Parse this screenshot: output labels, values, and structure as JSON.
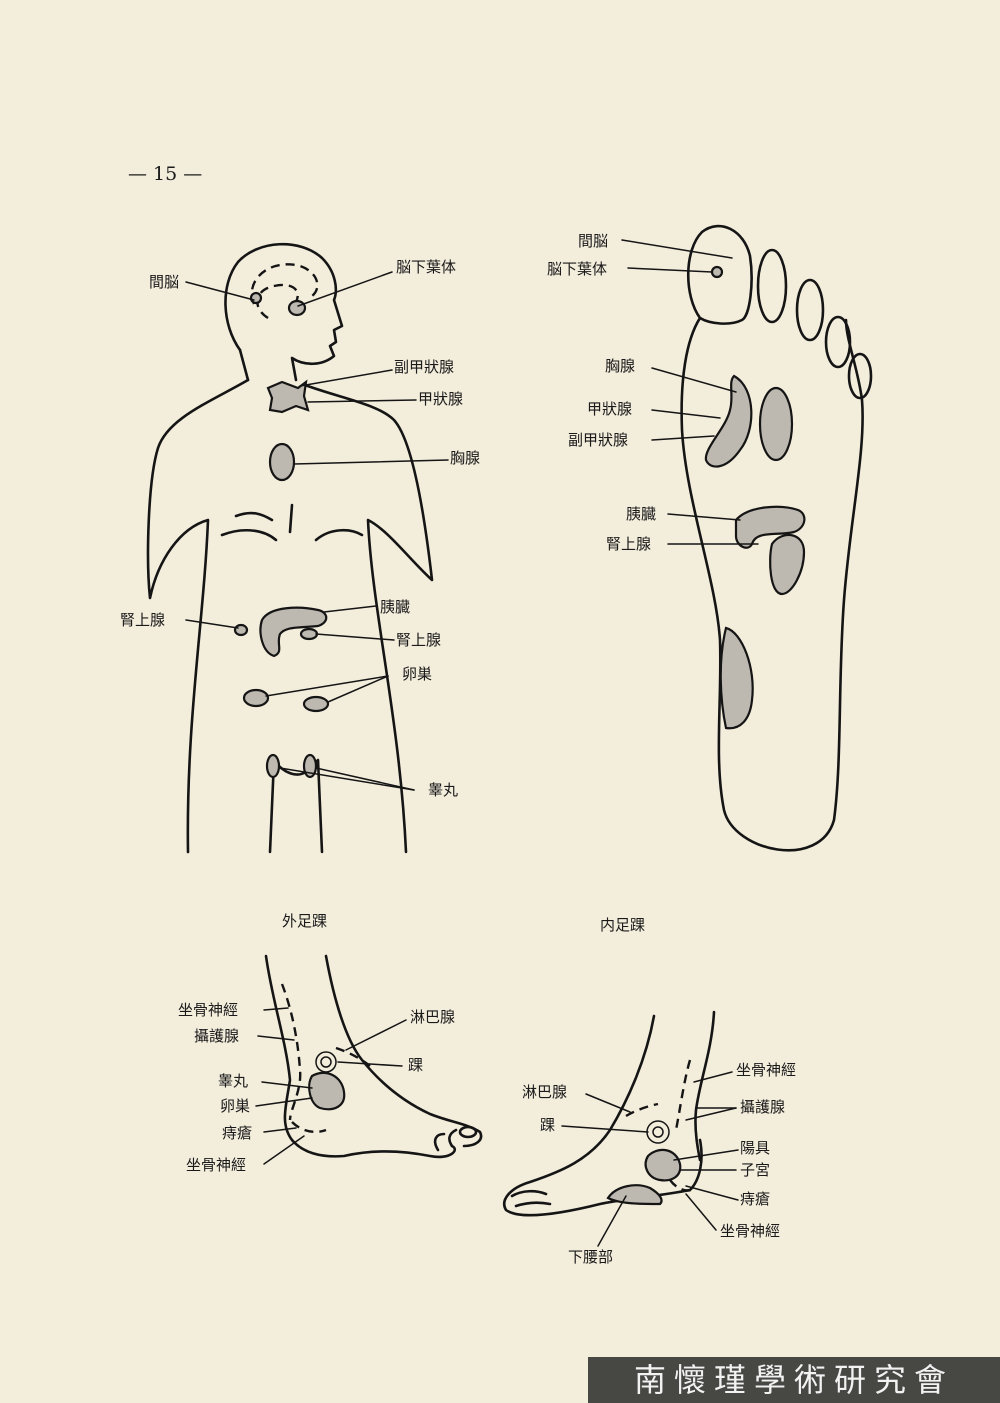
{
  "page_number": "— 15 —",
  "figure_body": {
    "labels": {
      "diencephalon": "間脳",
      "pituitary": "脳下葉体",
      "parathyroid": "副甲狀腺",
      "thyroid": "甲狀腺",
      "thymus": "胸腺",
      "adrenal_left": "腎上腺",
      "pancreas": "胰臓",
      "adrenal_right": "腎上腺",
      "ovary": "卵巣",
      "testis": "睾丸"
    }
  },
  "figure_sole": {
    "labels": {
      "diencephalon": "間脳",
      "pituitary": "脳下葉体",
      "thymus": "胸腺",
      "thyroid": "甲狀腺",
      "parathyroid": "副甲狀腺",
      "pancreas": "胰臓",
      "adrenal": "腎上腺"
    }
  },
  "figure_outer_ankle": {
    "title": "外足踝",
    "labels": {
      "sciatic_upper": "坐骨神經",
      "prostate": "攝護腺",
      "testis": "睾丸",
      "ovary": "卵巣",
      "hemorrhoid": "痔瘡",
      "sciatic_lower": "坐骨神經",
      "lymph": "淋巴腺",
      "ankle": "踝"
    }
  },
  "figure_inner_ankle": {
    "title": "内足踝",
    "labels": {
      "lymph": "淋巴腺",
      "ankle": "踝",
      "lower_back": "下腰部",
      "sciatic_upper": "坐骨神經",
      "prostate": "攝護腺",
      "penis": "陽具",
      "uterus": "子宮",
      "hemorrhoid": "痔瘡",
      "sciatic_lower": "坐骨神經"
    }
  },
  "footer_stamp": "南懷瑾學術研究會"
}
